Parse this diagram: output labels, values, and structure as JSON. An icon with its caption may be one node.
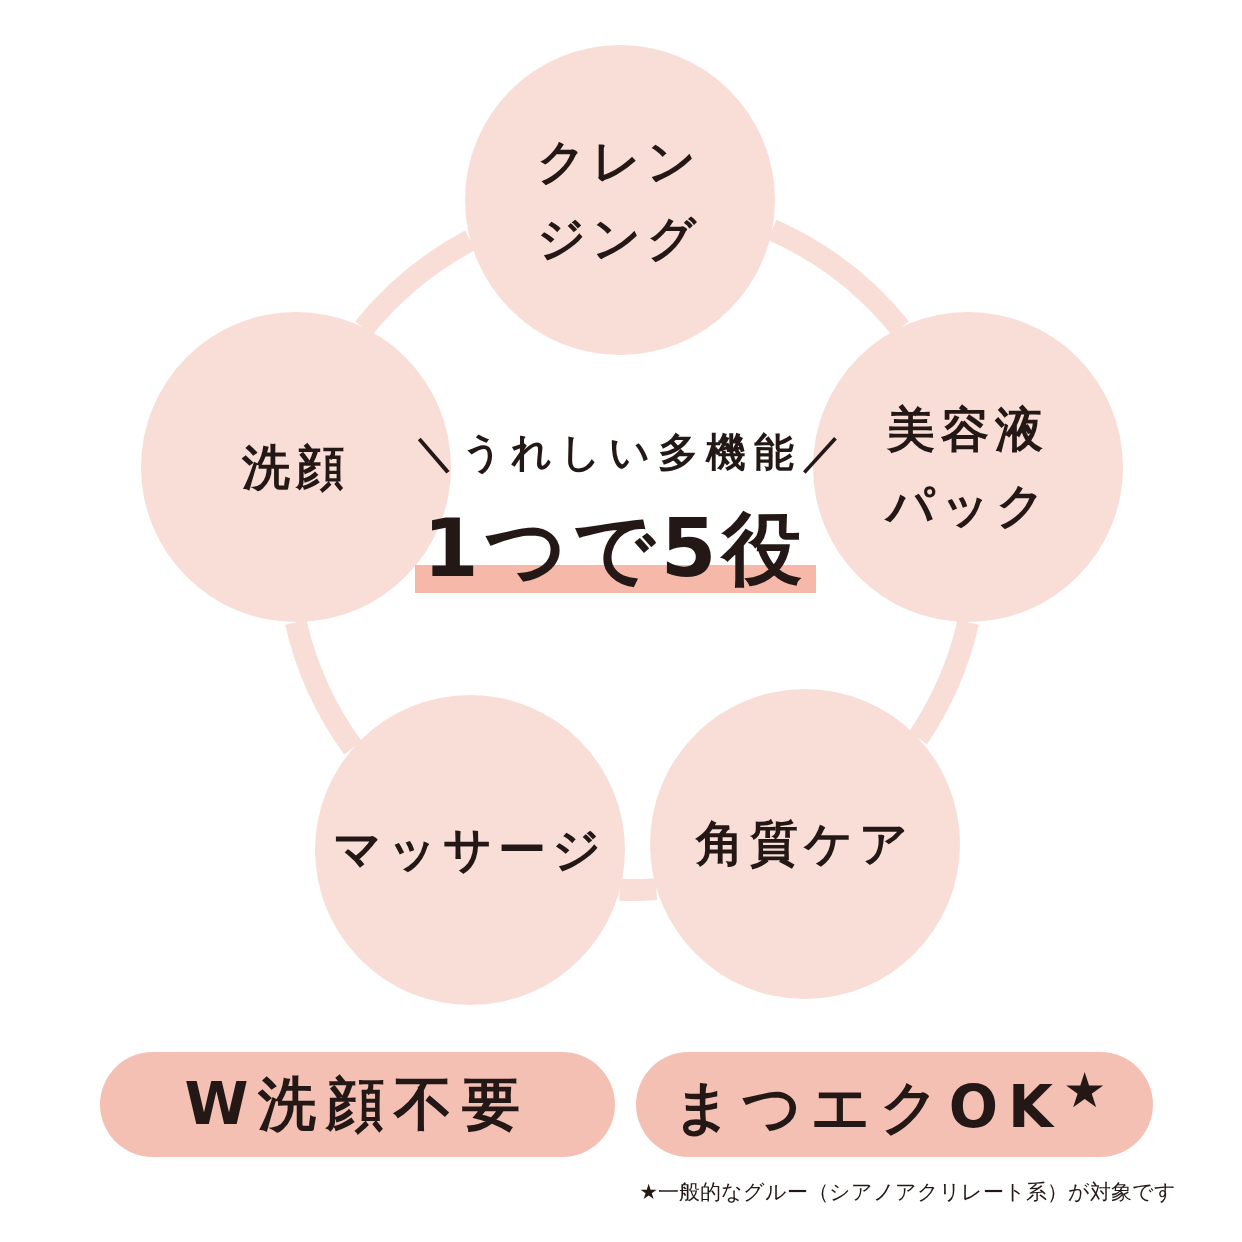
{
  "diagram": {
    "nodes": [
      {
        "text": [
          "クレンジング"
        ]
      },
      {
        "text": [
          "洗顔"
        ]
      },
      {
        "text": [
          "美容液パック"
        ]
      },
      {
        "text": [
          "マッサージ"
        ]
      },
      {
        "text": [
          "角質ケア"
        ]
      },
      {
        "text": [
          "W洗顔不要"
        ]
      },
      {
        "text": [
          "まつエクOK$^{★}$"
        ]
      }
    ],
    "edges": [
      {
        "from": 0,
        "to": 2,
        "arrow": "none"
      },
      {
        "from": 2,
        "to": 4,
        "arrow": "none"
      },
      {
        "from": 4,
        "to": 3,
        "arrow": "none"
      },
      {
        "from": 3,
        "to": 1,
        "arrow": "none"
      },
      {
        "from": 1,
        "to": 0,
        "arrow": "none"
      }
    ],
    "labels": [
      "＼うれしい多機能／",
      "1つで5役",
      "★一般的なグルー（シアノアクリレート系）が対象です"
    ]
  }
}
